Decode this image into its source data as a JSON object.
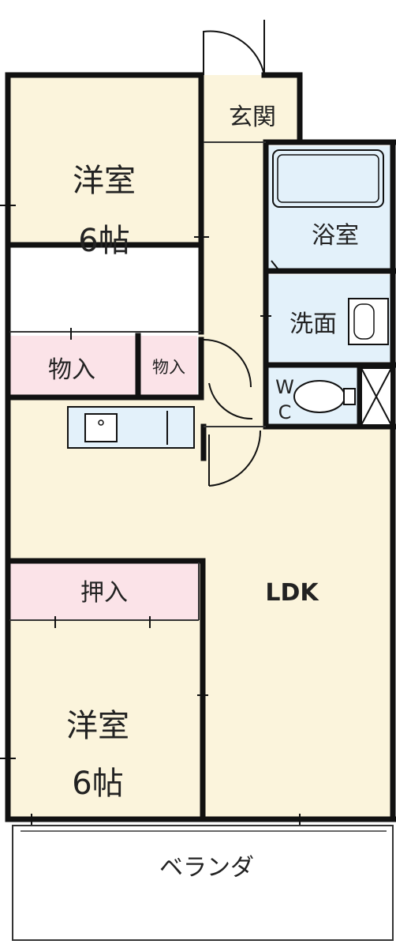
{
  "rooms": {
    "western_room_top": {
      "name": "洋室",
      "size": "6帖"
    },
    "western_room_bottom": {
      "name": "洋室",
      "size": "6帖"
    },
    "entrance": "玄関",
    "bathroom": "浴室",
    "washroom": "洗面",
    "toilet_w": "W",
    "toilet_c": "C",
    "storage_left": "物入",
    "storage_small": "物入",
    "closet": "押入",
    "ldk": "LDK",
    "veranda": "ベランダ"
  },
  "colors": {
    "room_fill": "#fbf4dc",
    "storage_fill": "#fbe3e8",
    "wet_fill": "#e3f1fa",
    "wall": "#111111"
  }
}
